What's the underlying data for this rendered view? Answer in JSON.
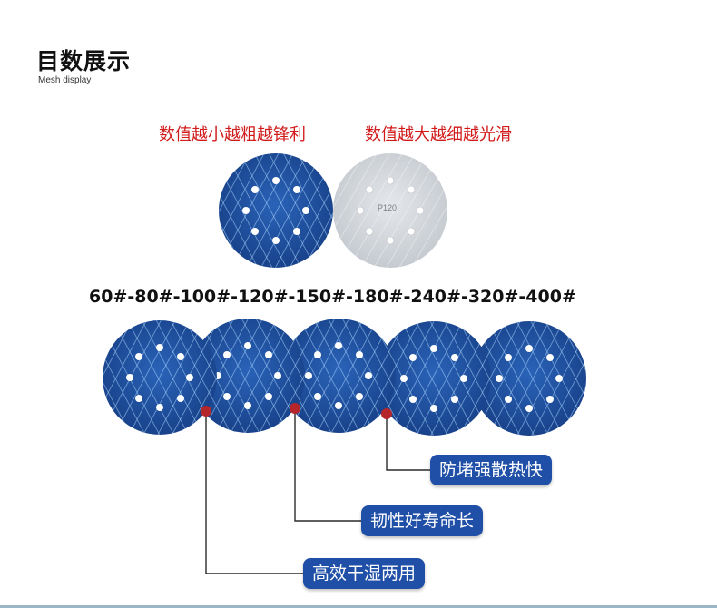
{
  "header": {
    "title": "目数展示",
    "subtitle": "Mesh display"
  },
  "captions": {
    "left": "数值越小越粗越锋利",
    "right": "数值越大越细越光滑"
  },
  "sample_disc_print": "P120",
  "grit_sequence": "60#-80#-100#-120#-150#-180#-240#-320#-400#",
  "features": {
    "anti_clog": "防堵强散热快",
    "durable": "韧性好寿命长",
    "wet_dry": "高效干湿两用"
  },
  "colors": {
    "accent_red": "#d11a1a",
    "disc_blue": "#1f4f9e",
    "badge_blue": "#1f4fa6",
    "marker_red": "#b5262a",
    "rule_navy": "#0f3f66"
  }
}
